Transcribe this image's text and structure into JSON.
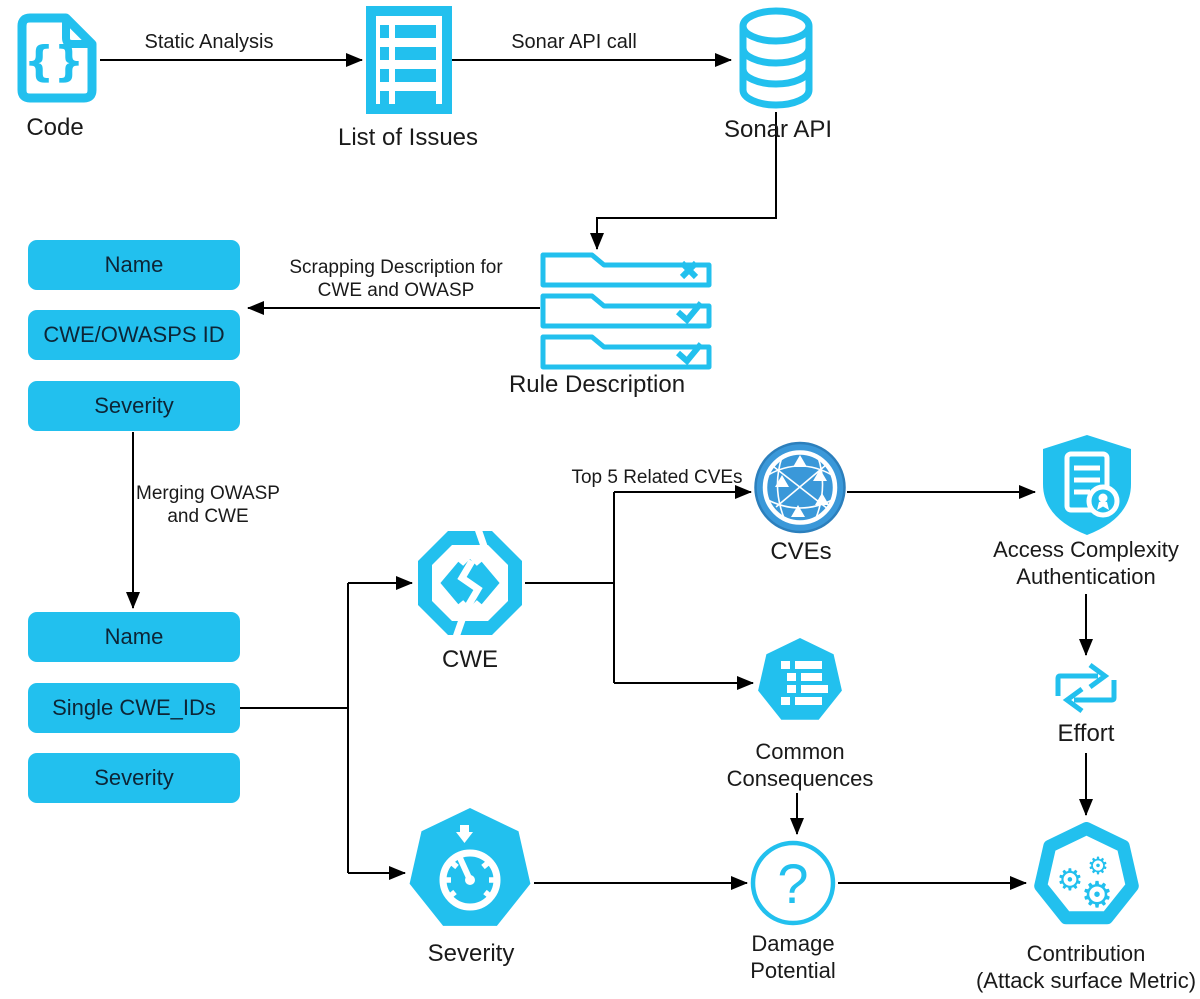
{
  "colors": {
    "cyan": "#22C0EE",
    "cve_blue": "#3A98D9",
    "cve_blue_border": "#2C7FBC",
    "line": "#000000",
    "box_text": "#0D2536",
    "text": "#1A1A1A"
  },
  "glyphs": {
    "braces": "{}",
    "question": "?",
    "gear": "⚙"
  },
  "top_flow": {
    "code_label": "Code",
    "static_analysis_label": "Static Analysis",
    "list_of_issues_label": "List of Issues",
    "sonar_api_call_label": "Sonar API call",
    "sonar_api_label": "Sonar API"
  },
  "rule": {
    "label": "Rule Description",
    "scrapping_line1": "Scrapping Description for",
    "scrapping_line2": "CWE and OWASP"
  },
  "stage1_fields": [
    "Name",
    "CWE/OWASPS ID",
    "Severity"
  ],
  "merge": {
    "line1": "Merging OWASP",
    "line2": "and CWE"
  },
  "stage2_fields": [
    "Name",
    "Single CWE_IDs",
    "Severity"
  ],
  "cwe": {
    "label": "CWE",
    "top5_label": "Top 5 Related CVEs"
  },
  "cves": {
    "label": "CVEs"
  },
  "access": {
    "line1": "Access Complexity",
    "line2": "Authentication"
  },
  "effort": {
    "label": "Effort"
  },
  "common": {
    "line1": "Common",
    "line2": "Consequences"
  },
  "severity_node": {
    "label": "Severity"
  },
  "damage": {
    "line1": "Damage",
    "line2": "Potential"
  },
  "contribution": {
    "line1": "Contribution",
    "line2": "(Attack surface Metric)"
  }
}
